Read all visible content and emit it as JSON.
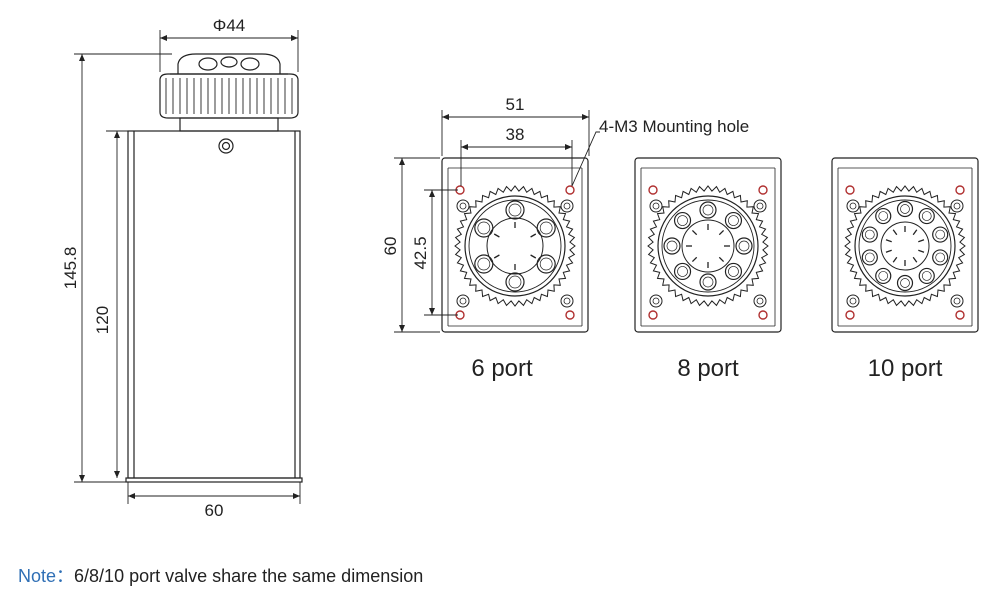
{
  "side_view": {
    "dim_cap_diameter": "Φ44",
    "dim_total_height": "145.8",
    "dim_body_height": "120",
    "dim_body_width": "60"
  },
  "front_views": {
    "dim_outer_width": "51",
    "dim_hole_spacing_x": "38",
    "dim_height": "60",
    "dim_hole_spacing_y": "42.5",
    "mounting_hole_label": "4-M3 Mounting hole",
    "variants": [
      {
        "label": "6 port",
        "ports": 6
      },
      {
        "label": "8 port",
        "ports": 8
      },
      {
        "label": "10 port",
        "ports": 10
      }
    ]
  },
  "note": {
    "prefix": "Note：",
    "text": "6/8/10 port valve share the same dimension"
  },
  "colors": {
    "line": "#222222",
    "mounting_hole": "#b03030",
    "note_prefix": "#2f6fb5"
  }
}
